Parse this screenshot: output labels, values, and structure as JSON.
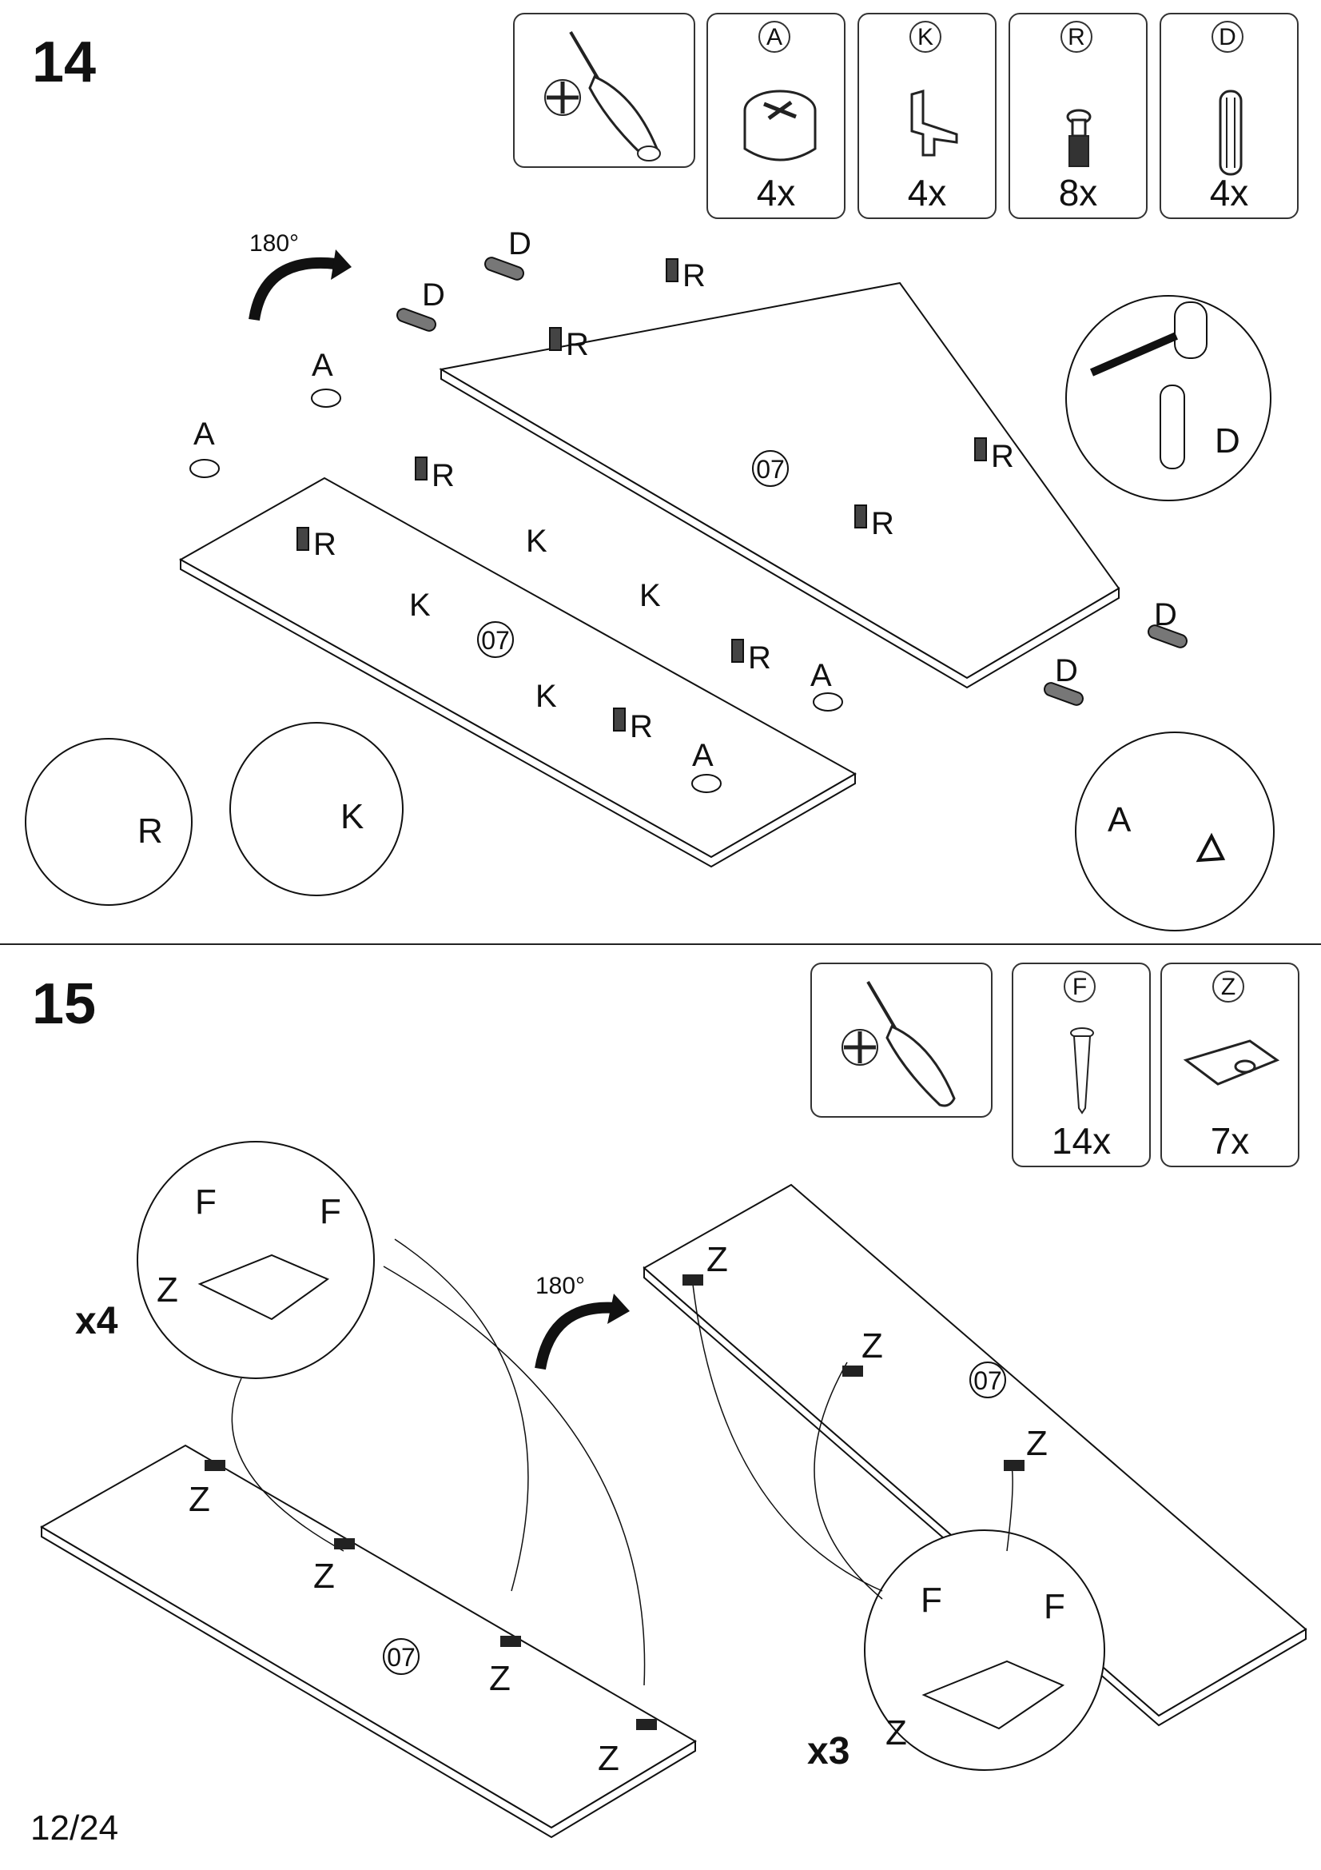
{
  "page_number": "12/24",
  "steps": [
    {
      "number": "14",
      "parts": [
        {
          "letter": "A",
          "qty": "4x"
        },
        {
          "letter": "K",
          "qty": "4x"
        },
        {
          "letter": "R",
          "qty": "8x"
        },
        {
          "letter": "D",
          "qty": "4x"
        }
      ],
      "rotation": "180°",
      "panel_label": "07",
      "labels": {
        "A": "A",
        "K": "K",
        "R": "R",
        "D": "D"
      }
    },
    {
      "number": "15",
      "parts": [
        {
          "letter": "F",
          "qty": "14x"
        },
        {
          "letter": "Z",
          "qty": "7x"
        }
      ],
      "rotation": "180°",
      "panel_label": "07",
      "multiplier_left": "x4",
      "multiplier_right": "x3",
      "labels": {
        "F": "F",
        "Z": "Z"
      }
    }
  ]
}
